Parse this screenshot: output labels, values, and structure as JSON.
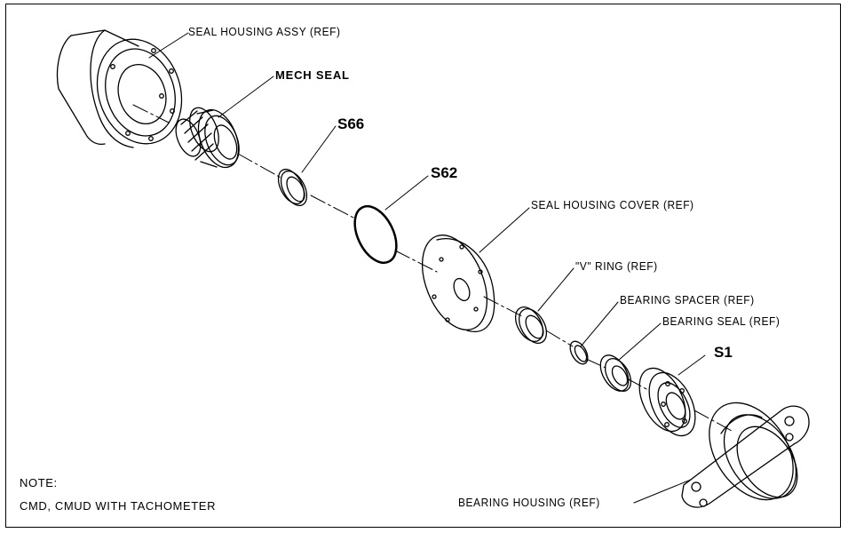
{
  "callouts": {
    "seal_housing_assy": "SEAL HOUSING ASSY (REF)",
    "mech_seal": "MECH SEAL",
    "s66": "S66",
    "s62": "S62",
    "seal_housing_cover": "SEAL HOUSING COVER (REF)",
    "v_ring": "\"V\" RING (REF)",
    "bearing_spacer": "BEARING SPACER (REF)",
    "bearing_seal": "BEARING SEAL (REF)",
    "s1": "S1",
    "bearing_housing": "BEARING HOUSING (REF)"
  },
  "note": {
    "heading": "NOTE:",
    "text": "CMD, CMUD WITH TACHOMETER"
  }
}
